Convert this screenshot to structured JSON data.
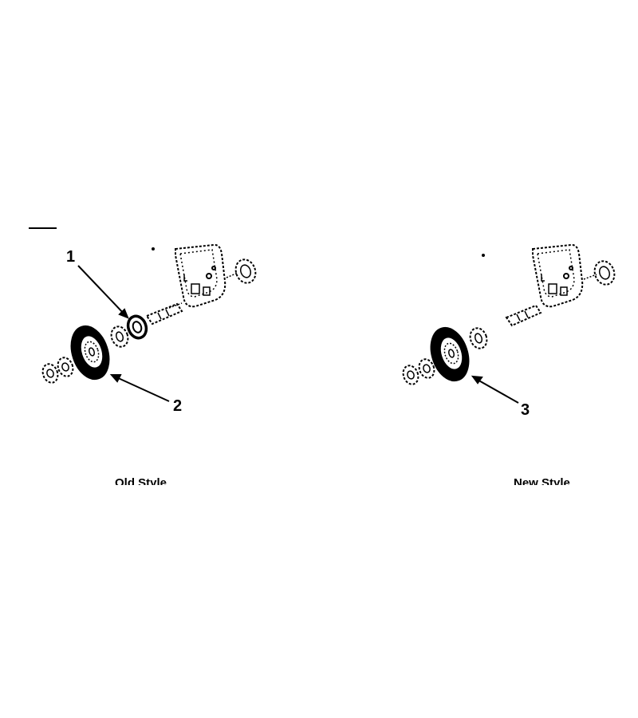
{
  "callouts": {
    "c1": "1",
    "c2": "2",
    "c3": "3"
  },
  "captions": {
    "old": "Old Style",
    "new": "New Style"
  },
  "colors": {
    "ink": "#000000",
    "paper": "#ffffff"
  }
}
